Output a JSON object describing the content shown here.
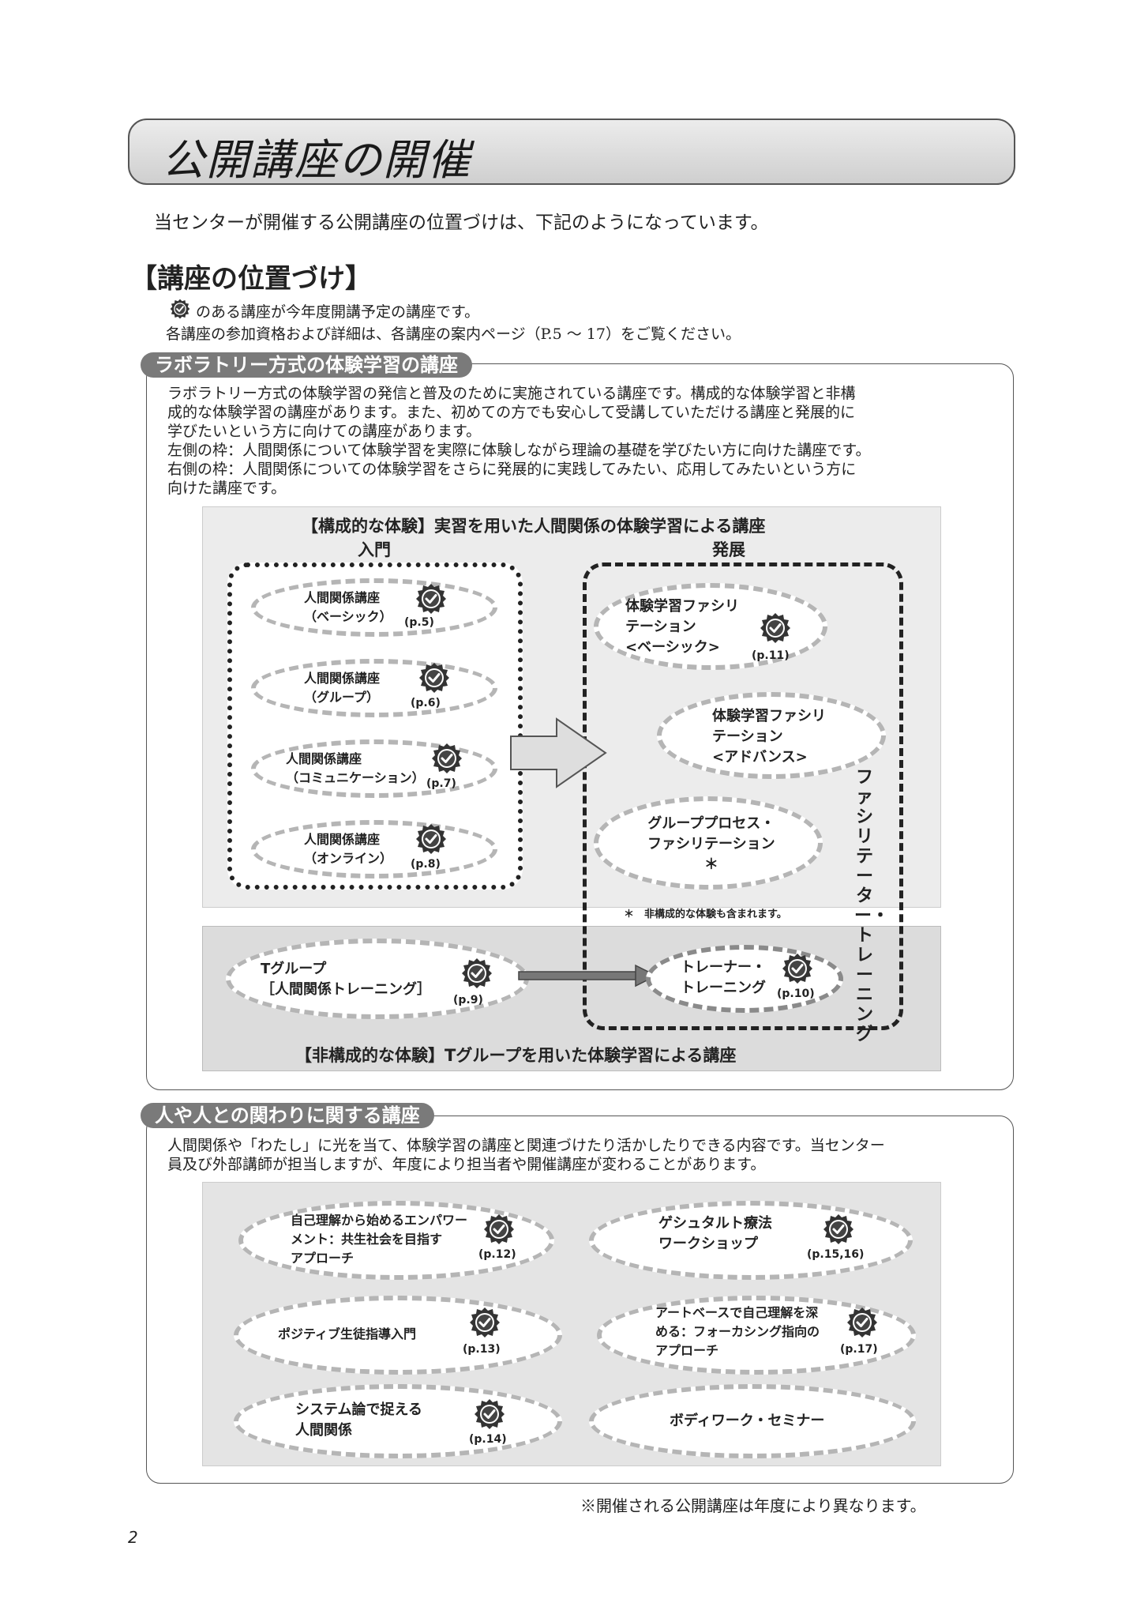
{
  "title": "公開講座の開催",
  "intro": "当センターが開催する公開講座の位置づけは、下記のようになっています。",
  "heading": "【講座の位置づけ】",
  "notes": {
    "line1": "のある講座が今年度開講予定の講座です。",
    "line2": "各講座の参加資格および詳細は、各講座の案内ページ（P.5 ～ 17）をご覧ください。"
  },
  "section1": {
    "tab": "ラボラトリー方式の体験学習の講座",
    "para": [
      "ラボラトリー方式の体験学習の発信と普及のために実施されている講座です。構成的な体験学習と非構",
      "成的な体験学習の講座があります。また、初めての方でも安心して受講していただける講座と発展的に",
      "学びたいという方に向けての講座があります。",
      "左側の枠：人間関係について体験学習を実際に体験しながら理論の基礎を学びたい方に向けた講座です。",
      "右側の枠：人間関係についての体験学習をさらに発展的に実践してみたい、応用してみたいという方に",
      "向けた講座です。"
    ],
    "structured_title": "【構成的な体験】実習を用いた人間関係の体験学習による講座",
    "intro_label": "入門",
    "advanced_label": "発展",
    "intro_courses": [
      {
        "name": "人間関係講座\n（ベーシック）",
        "page": "(p.5)"
      },
      {
        "name": "人間関係講座\n（グループ）",
        "page": "(p.6)"
      },
      {
        "name": "人間関係講座\n（コミュニケーション）",
        "page": "(p.7)"
      },
      {
        "name": "人間関係講座\n（オンライン）",
        "page": "(p.8)"
      }
    ],
    "adv_courses": [
      {
        "name": "体験学習ファシリ\nテーション\n<ベーシック>",
        "page": "(p.11)"
      },
      {
        "name": "体験学習ファシリ\nテーション\n<アドバンス>",
        "page": ""
      },
      {
        "name": "グループプロセス・\nファシリテーション\n＊",
        "page": ""
      }
    ],
    "footnote": "＊　非構成的な体験も含まれます。",
    "vertical_label": "ファシリテーター・トレーニング",
    "tgroup": {
      "name": "Tグループ\n［人間関係トレーニング］",
      "page": "(p.9)"
    },
    "trainer": {
      "name": "トレーナー・\nトレーニング",
      "page": "(p.10)"
    },
    "unstructured_title": "【非構成的な体験】Tグループを用いた体験学習による講座"
  },
  "section2": {
    "tab": "人や人との関わりに関する講座",
    "para": [
      "人間関係や「わたし」に光を当て、体験学習の講座と関連づけたり活かしたりできる内容です。当センター",
      "員及び外部講師が担当しますが、年度により担当者や開催講座が変わることがあります。"
    ],
    "courses": [
      {
        "name": "自己理解から始めるエンパワー\nメント：共生社会を目指す\nアプローチ",
        "page": "(p.12)"
      },
      {
        "name": "ゲシュタルト療法\nワークショップ",
        "page": "(p.15,16)"
      },
      {
        "name": "ポジティブ生徒指導入門",
        "page": "(p.13)"
      },
      {
        "name": "アートベースで自己理解を深\nめる：フォーカシング指向の\nアプローチ",
        "page": "(p.17)"
      },
      {
        "name": "システム論で捉える\n人間関係",
        "page": "(p.14)"
      },
      {
        "name": "ボディワーク・セミナー",
        "page": ""
      }
    ]
  },
  "bottom_note": "※開催される公開講座は年度により異なります。",
  "page_number": "2"
}
